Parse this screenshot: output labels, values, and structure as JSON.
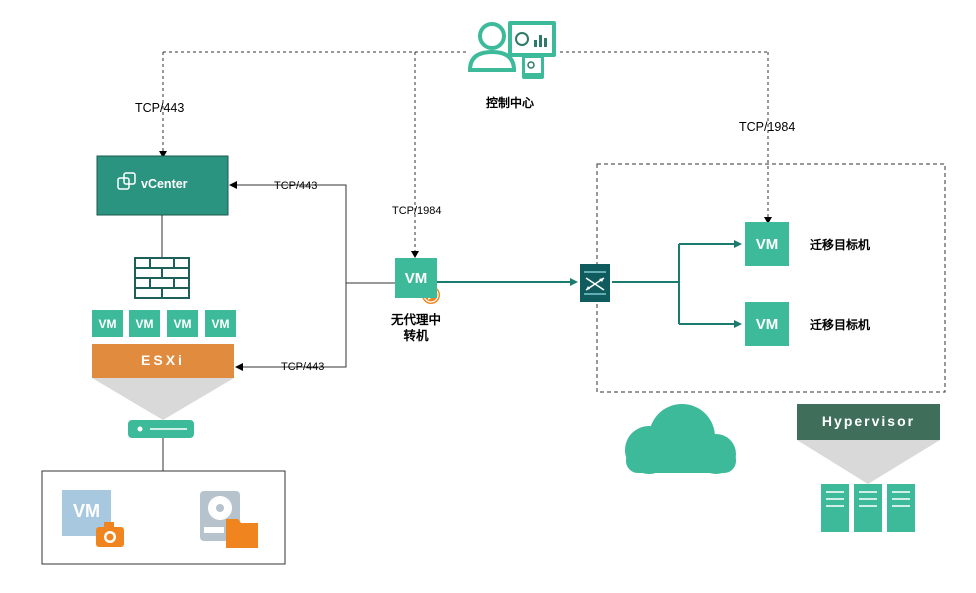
{
  "control_center": {
    "label": "控制中心"
  },
  "connections": {
    "cc_to_vcenter": "TCP/443",
    "cc_to_proxy": "TCP/1984",
    "cc_to_target": "TCP/1984",
    "proxy_to_vcenter": "TCP/443",
    "proxy_to_esxi": "TCP/443"
  },
  "vcenter": {
    "label": "vCenter"
  },
  "esxi": {
    "label": "ESXi",
    "vms": [
      "VM",
      "VM",
      "VM",
      "VM"
    ]
  },
  "storage": {
    "vm_label": "VM"
  },
  "proxy": {
    "vm_label": "VM",
    "label_line1": "无代理中",
    "label_line2": "转机"
  },
  "targets": [
    {
      "vm_label": "VM",
      "label": "迁移目标机"
    },
    {
      "vm_label": "VM",
      "label": "迁移目标机"
    }
  ],
  "hypervisor": {
    "label": "Hypervisor"
  },
  "colors": {
    "teal": "#3dba9a",
    "dark_teal": "#1f8a73",
    "vcenter_fill": "#2b9480",
    "esxi_orange": "#e08b3e",
    "hypervisor_dark": "#3f6f5a",
    "line_teal": "#1a7c6e"
  }
}
